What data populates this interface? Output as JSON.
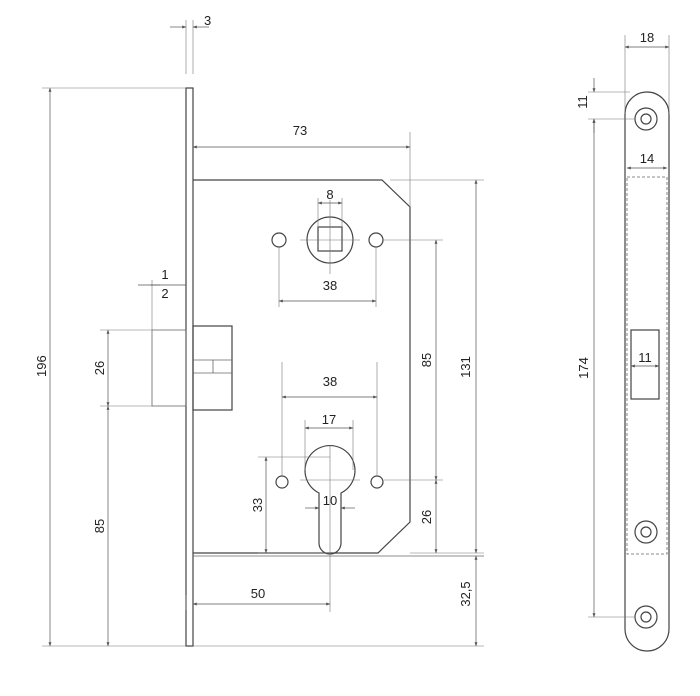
{
  "dimensions": {
    "faceplate_thickness": "3",
    "total_height": "196",
    "body_depth": "73",
    "spindle_square": "8",
    "handle_screw_spacing": "38",
    "latch_offset_1": "1",
    "latch_offset_2": "2",
    "latch_height": "26",
    "latch_to_bottom": "85",
    "cylinder_screw_spacing": "38",
    "cylinder_width": "17",
    "cylinder_lower_width": "10",
    "cylinder_height": "33",
    "centre_distance": "85",
    "body_height": "131",
    "cylinder_to_body_bottom": "26",
    "backset": "50",
    "faceplate_below_body": "32,5",
    "faceplate_width": "18",
    "screw_hole_offset": "11",
    "slot_width": "14",
    "faceplate_length": "174",
    "latch_window_width": "11"
  }
}
